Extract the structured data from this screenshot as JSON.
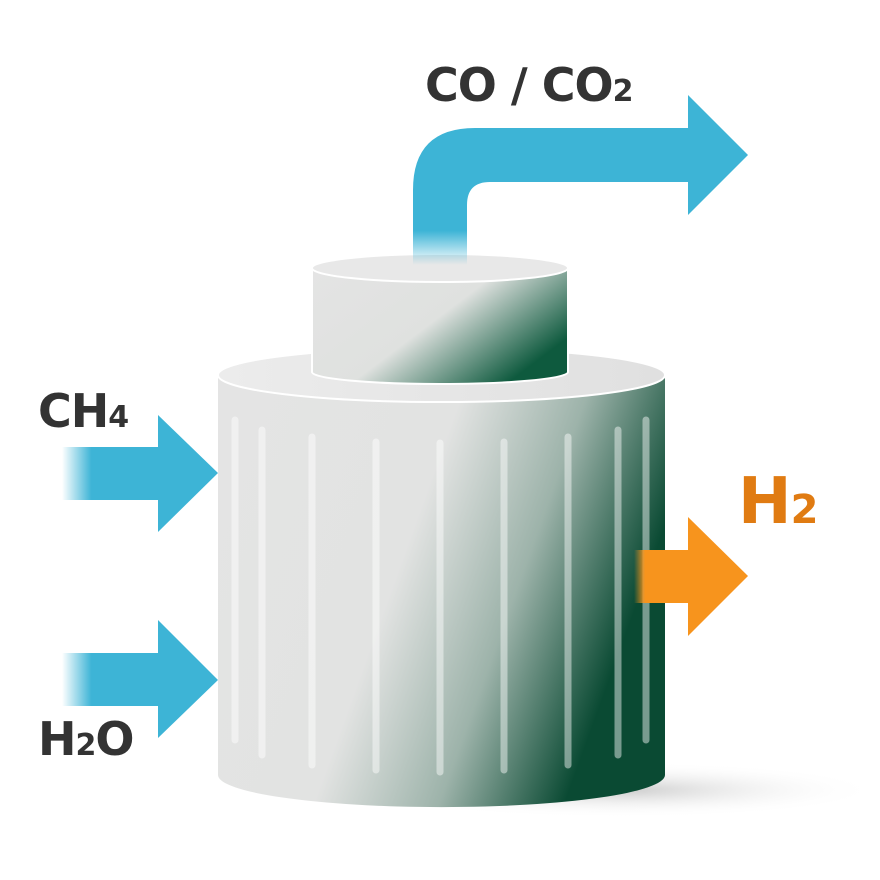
{
  "labels": {
    "top_output_main": "CO / CO",
    "top_output_sub": "2",
    "input_methane_main": "CH",
    "input_methane_sub": "4",
    "input_water_main": "H",
    "input_water_sub": "2",
    "input_water_end": "O",
    "output_hydrogen_main": "H",
    "output_hydrogen_sub": "2"
  },
  "colors": {
    "arrow_blue": "#3db4d6",
    "arrow_orange": "#f7941d",
    "hydrogen_text": "#e07b12",
    "label_text": "#333333",
    "vessel_light": "#e6e6e6",
    "vessel_dark": "#0b4a35"
  }
}
